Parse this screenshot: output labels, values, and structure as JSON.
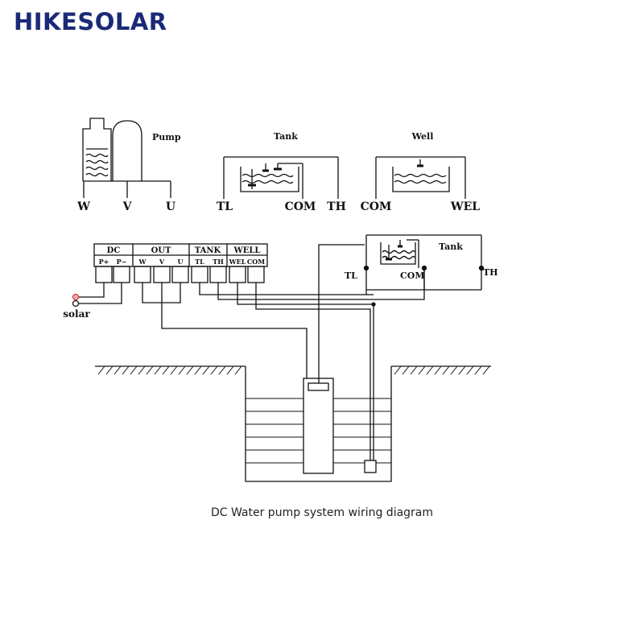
{
  "brand": {
    "name": "HIKESOLAR"
  },
  "pump": {
    "title": "Pump",
    "terminals": [
      "W",
      "V",
      "U"
    ]
  },
  "tank": {
    "title": "Tank",
    "terminals": [
      "TL",
      "COM",
      "TH"
    ]
  },
  "well": {
    "title": "Well",
    "terminals": [
      "COM",
      "WEL"
    ]
  },
  "controller": {
    "groups": [
      "DC",
      "OUT",
      "TANK",
      "WELL"
    ],
    "terminals": [
      "P+",
      "P−",
      "W",
      "V",
      "U",
      "TL",
      "TH",
      "WEL",
      "COM"
    ]
  },
  "solar": {
    "label": "solar"
  },
  "field_tank": {
    "title": "Tank",
    "tl": "TL",
    "com": "COM",
    "th": "TH"
  },
  "caption": "DC Water pump system wiring diagram",
  "colors": {
    "brand": "#1b2a78",
    "line": "#111111",
    "solar_dot": "#d04040"
  }
}
